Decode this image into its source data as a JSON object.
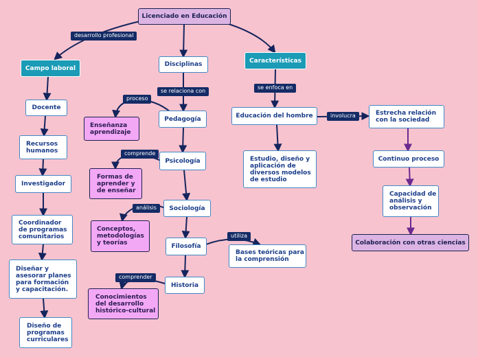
{
  "root": "Licenciado en Educación",
  "labels": {
    "desarrollo_profesional": "desarrollo profesional",
    "proceso": "proceso",
    "se_relaciona_con": "se relaciona con",
    "se_enfoca_en": "se enfoca en",
    "involucra": "involucra",
    "comprende": "comprende",
    "analisis": "análisis",
    "utiliza": "utiliza",
    "comprender": "comprender"
  },
  "campo": {
    "title": "Campo laboral",
    "items": [
      "Docente",
      "Recursos humanos",
      "Investigador",
      "Coordinador de programas comunitarios",
      "Diseñar y asesorar planes para formación y capacitación.",
      "Diseño de programas curriculares"
    ]
  },
  "disciplinas": {
    "title": "Disciplinas",
    "pedagogia": "Pedagogía",
    "ensenanza": "Enseñanza aprendizaje",
    "psicologia": "Psicología",
    "formas": "Formas de aprender y de enseñar",
    "sociologia": "Sociología",
    "conceptos": "Conceptos, metodologías y teorías",
    "filosofia": "Filosofía",
    "bases": "Bases teóricas para la comprensión",
    "historia": "Historia",
    "conocimientos": "Conocimientos del desarrollo histórico-cultural"
  },
  "caracteristicas": {
    "title": "Características",
    "educacion": "Educación del hombre",
    "estudio": "Estudio, diseño y aplicación de diversos modelos de estudio",
    "estrecha": "Estrecha relación con la sociedad",
    "continuo": "Continuo proceso",
    "capacidad": "Capacidad de análisis y observación",
    "colaboracion": "Colaboración con otras ciencias"
  },
  "colors": {
    "background": "#f7c3cf",
    "edge": "#14245c",
    "edge_purple": "#6b2a8f",
    "teal": "#1b9bb6",
    "magenta": "#f3a8f5",
    "lavender": "#dcb4e4",
    "label": "#142b66"
  }
}
